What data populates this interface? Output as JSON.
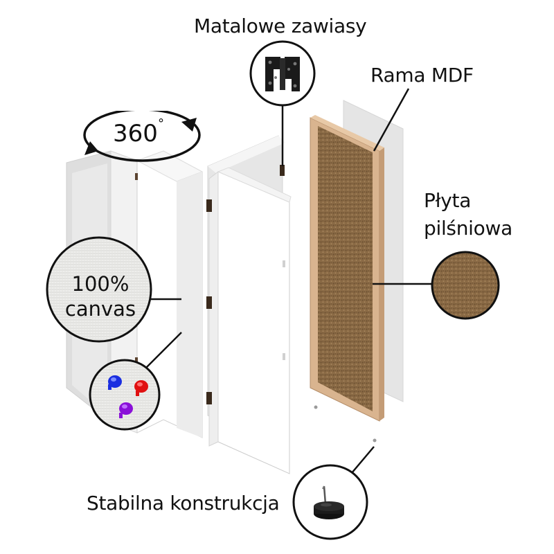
{
  "labels": {
    "hinges": "Matalowe zawiasy",
    "frame": "Rama MDF",
    "fiberboard_line1": "Płyta",
    "fiberboard_line2": "pilśniowa",
    "canvas_line1": "100%",
    "canvas_line2": "canvas",
    "rotation": "360",
    "rotation_degree": "°",
    "stable": "Stabilna konstrukcja"
  },
  "colors": {
    "panel_white": "#ffffff",
    "panel_gray": "#e7e7e7",
    "cork": "#8a6a45",
    "frame_wood": "#d9b48f",
    "hinge": "#3a2a1c",
    "outline": "#111111"
  },
  "icons": [
    "rotation-arrow-icon",
    "hinge-icon",
    "push-pin-icon",
    "furniture-glide-icon",
    "canvas-texture-icon",
    "fiberboard-texture-icon"
  ]
}
